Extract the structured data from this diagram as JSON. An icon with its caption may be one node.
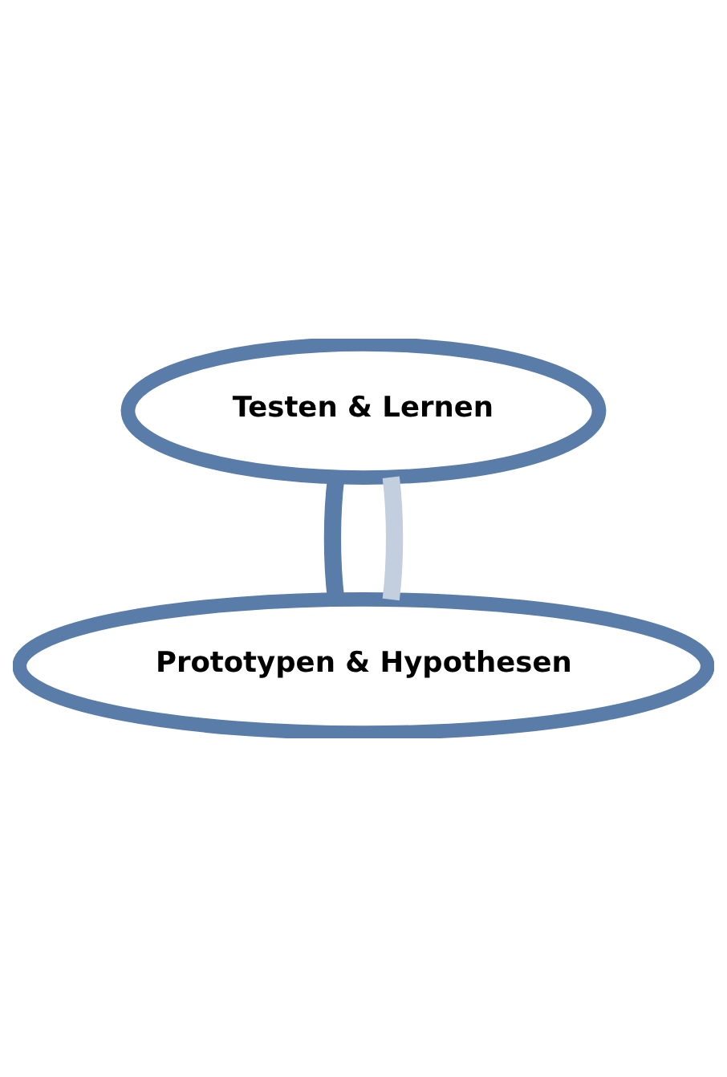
{
  "diagram": {
    "nodes": [
      {
        "text": [
          "Testen & Lernen"
        ]
      },
      {
        "text": [
          "Prototypen & Hypothesen"
        ]
      }
    ],
    "edges": [
      {
        "from": 0,
        "to": 1,
        "arrow": "none"
      },
      {
        "from": 1,
        "to": 0,
        "arrow": "none",
        "color": "#c3cfdf"
      }
    ]
  }
}
